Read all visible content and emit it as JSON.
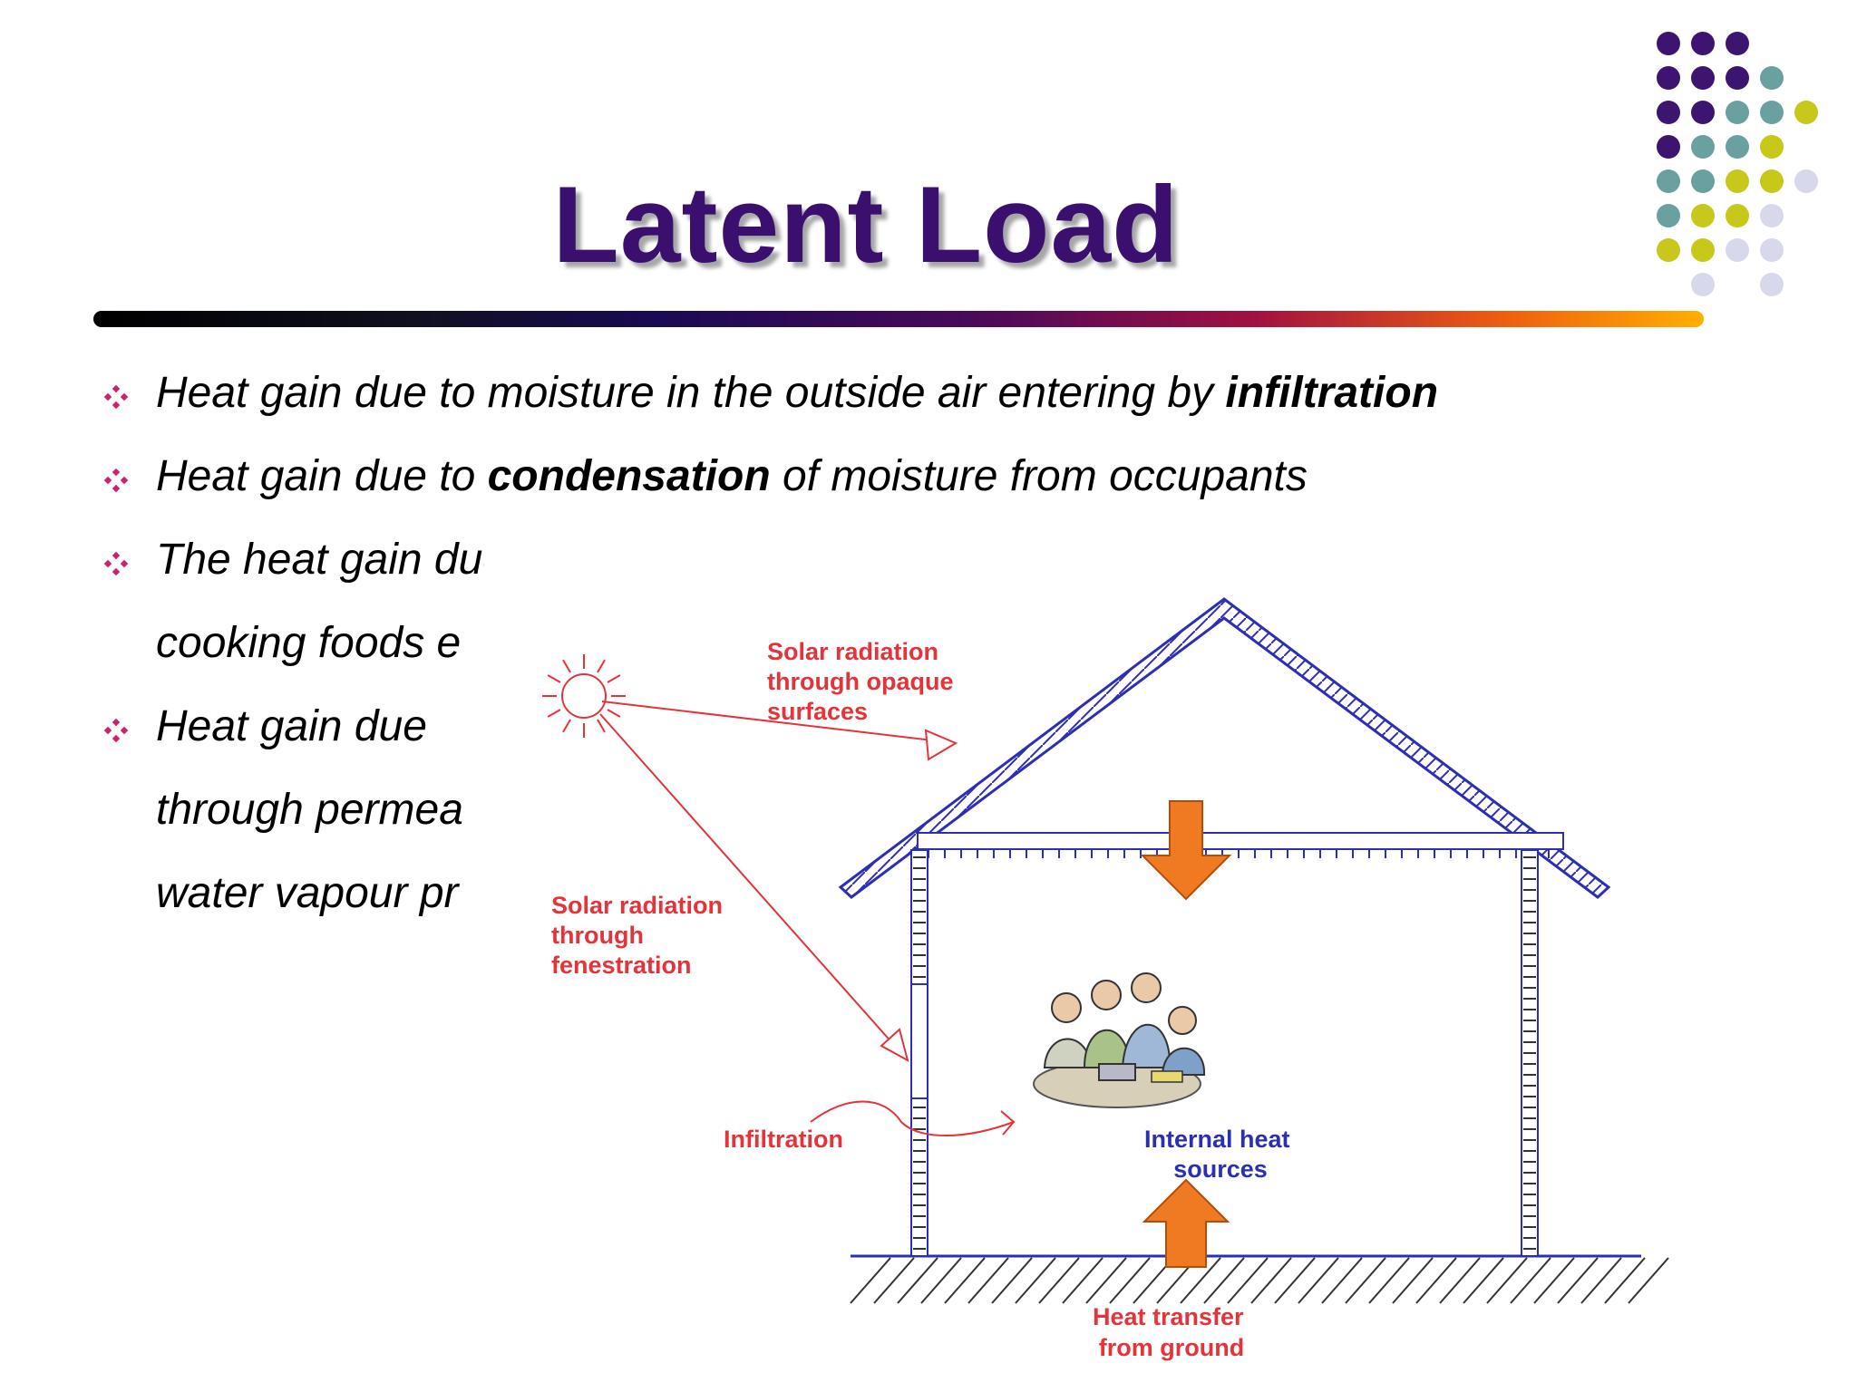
{
  "slide": {
    "title": "Latent Load",
    "bullets": [
      {
        "pre": "Heat gain due to moisture in the outside air entering by ",
        "bold": "infiltration",
        "post": ""
      },
      {
        "pre": "Heat gain due to ",
        "bold": "condensation",
        "post": " of moisture from occupants"
      },
      {
        "line1": "The heat gain due to condensation of moisture from any process such as",
        "line2": "cooking foods e"
      },
      {
        "line1": "Heat  gain  due",
        "line2": "through  permea",
        "line3": "water vapour pr"
      }
    ],
    "colors": {
      "title": "#3b0f6e",
      "bullet": "#d0206f",
      "dot_purple": "#3d1470",
      "dot_teal": "#6aa0a0",
      "dot_olive": "#c8c81a",
      "dot_lavender": "#d8d8ec"
    }
  },
  "figure": {
    "labels": {
      "solar_opaque": [
        "Solar radiation",
        "through opaque",
        "surfaces"
      ],
      "solar_fenestration": [
        "Solar radiation",
        "through",
        "fenestration"
      ],
      "infiltration": "Infiltration",
      "internal": [
        "Internal heat",
        "sources"
      ],
      "ground": [
        "Heat transfer",
        "from ground"
      ]
    },
    "icons": [
      "sun-icon",
      "people-at-table-icon"
    ]
  }
}
